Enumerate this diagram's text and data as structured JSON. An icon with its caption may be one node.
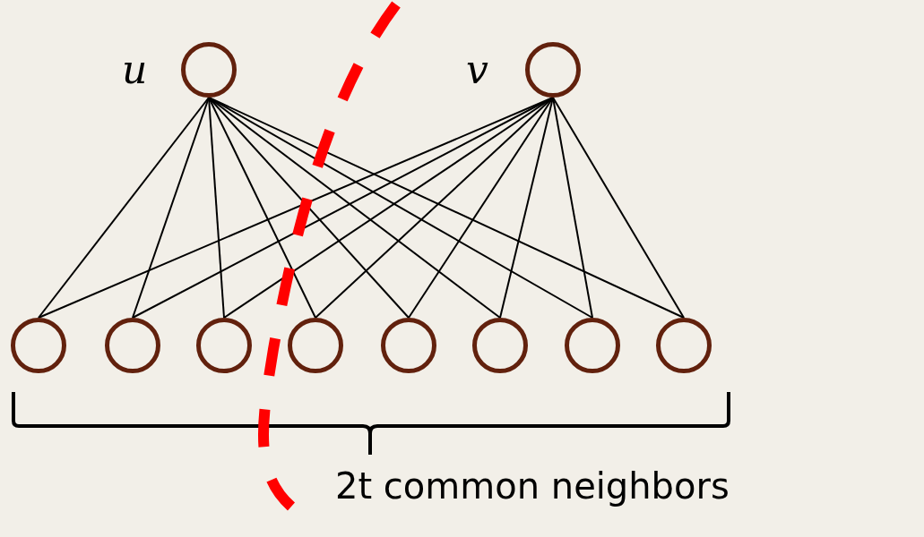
{
  "diagram": {
    "nodes": [
      {
        "text": [],
        "shape": "circle",
        "beside": [
          "u"
        ]
      },
      {
        "text": [],
        "shape": "circle",
        "beside": [
          "v"
        ]
      },
      {
        "text": [],
        "shape": "circle"
      },
      {
        "text": [],
        "shape": "circle"
      },
      {
        "text": [],
        "shape": "circle"
      },
      {
        "text": [],
        "shape": "circle"
      },
      {
        "text": [],
        "shape": "circle"
      },
      {
        "text": [],
        "shape": "circle"
      },
      {
        "text": [],
        "shape": "circle"
      },
      {
        "text": [],
        "shape": "circle"
      }
    ],
    "edges": [
      {
        "from": 0,
        "to": 2,
        "arrow": "none"
      },
      {
        "from": 0,
        "to": 3,
        "arrow": "none"
      },
      {
        "from": 0,
        "to": 4,
        "arrow": "none"
      },
      {
        "from": 0,
        "to": 5,
        "arrow": "none"
      },
      {
        "from": 0,
        "to": 6,
        "arrow": "none"
      },
      {
        "from": 0,
        "to": 7,
        "arrow": "none"
      },
      {
        "from": 0,
        "to": 8,
        "arrow": "none"
      },
      {
        "from": 0,
        "to": 9,
        "arrow": "none"
      },
      {
        "from": 1,
        "to": 2,
        "arrow": "none"
      },
      {
        "from": 1,
        "to": 3,
        "arrow": "none"
      },
      {
        "from": 1,
        "to": 4,
        "arrow": "none"
      },
      {
        "from": 1,
        "to": 5,
        "arrow": "none"
      },
      {
        "from": 1,
        "to": 6,
        "arrow": "none"
      },
      {
        "from": 1,
        "to": 7,
        "arrow": "none"
      },
      {
        "from": 1,
        "to": 8,
        "arrow": "none"
      },
      {
        "from": 1,
        "to": 9,
        "arrow": "none"
      }
    ],
    "labels": [
      "2t common neighbors"
    ]
  }
}
